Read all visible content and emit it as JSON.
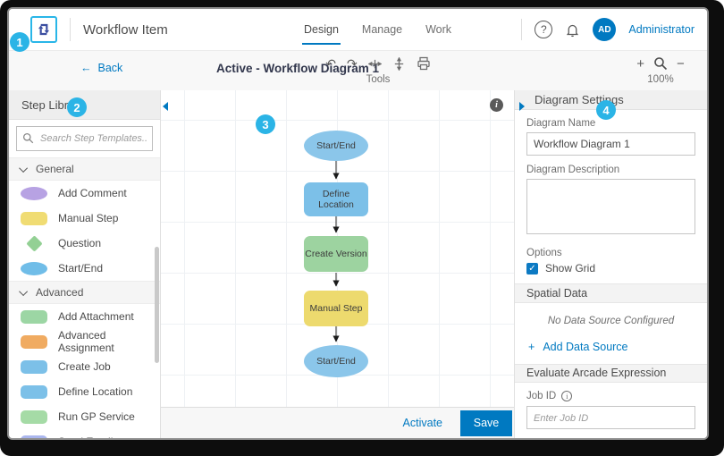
{
  "header": {
    "title": "Workflow Item",
    "tabs": [
      {
        "label": "Design"
      },
      {
        "label": "Manage"
      },
      {
        "label": "Work"
      }
    ],
    "help_glyph": "?",
    "user_initials": "AD",
    "user_name": "Administrator"
  },
  "toolbar": {
    "back_label": "Back",
    "back_arrow": "←",
    "diagram_title": "Active - Workflow Diagram 1",
    "undo_glyph": "↶",
    "redo_glyph": "↷",
    "tools_label": "Tools",
    "zoom_in": "+",
    "zoom_out": "−",
    "zoom_level": "100%"
  },
  "sidebar": {
    "title": "Step Library",
    "search_placeholder": "Search Step Templates...",
    "groups": [
      {
        "label": "General",
        "items": [
          {
            "label": "Add Comment",
            "shape": "ellipse",
            "color": "#b7a2e3"
          },
          {
            "label": "Manual Step",
            "shape": "rect",
            "color": "#f0dc73"
          },
          {
            "label": "Question",
            "shape": "diamond",
            "color": "#93d094"
          },
          {
            "label": "Start/End",
            "shape": "ellipse",
            "color": "#70bde8"
          }
        ]
      },
      {
        "label": "Advanced",
        "items": [
          {
            "label": "Add Attachment",
            "shape": "rect",
            "color": "#9cd6a4"
          },
          {
            "label": "Advanced Assignment",
            "shape": "rect",
            "color": "#f0ab61"
          },
          {
            "label": "Create Job",
            "shape": "rect",
            "color": "#7cc0e8"
          },
          {
            "label": "Define Location",
            "shape": "rect",
            "color": "#7cc0e8"
          },
          {
            "label": "Run GP Service",
            "shape": "rect",
            "color": "#a5dba6"
          },
          {
            "label": "Send Email",
            "shape": "rect",
            "color": "#aab6ee"
          }
        ]
      }
    ]
  },
  "canvas": {
    "info_glyph": "i",
    "nodes": [
      {
        "label": "Start/End",
        "type": "ellipse",
        "color": "#8bc6ea"
      },
      {
        "label": "Define Location",
        "type": "rect",
        "color": "#7cc0e8"
      },
      {
        "label": "Create Version",
        "type": "rect",
        "color": "#9dd3a0"
      },
      {
        "label": "Manual Step",
        "type": "rect",
        "color": "#edda6e"
      },
      {
        "label": "Start/End",
        "type": "ellipse",
        "color": "#8bc6ea"
      }
    ]
  },
  "panel": {
    "title": "Diagram Settings",
    "name_label": "Diagram Name",
    "name_value": "Workflow Diagram 1",
    "description_label": "Diagram Description",
    "options_label": "Options",
    "show_grid_label": "Show Grid",
    "check_glyph": "✓",
    "spatial_header": "Spatial Data",
    "no_source_text": "No Data Source Configured",
    "add_source_plus": "+",
    "add_source_label": "Add Data Source",
    "arcade_header": "Evaluate Arcade Expression",
    "job_id_label": "Job ID",
    "job_id_info": "i",
    "job_id_placeholder": "Enter Job ID"
  },
  "footer": {
    "activate_label": "Activate",
    "save_label": "Save"
  },
  "annotations": {
    "badge1": "1",
    "badge2": "2",
    "badge3": "3",
    "badge4": "4",
    "badge_color": "#2bb4e6"
  },
  "colors": {
    "accent_blue": "#0079c1",
    "logo_border": "#29b6e8",
    "logo_glyph": "#3b4ea0",
    "diagram_title_navy": "#31364c"
  }
}
